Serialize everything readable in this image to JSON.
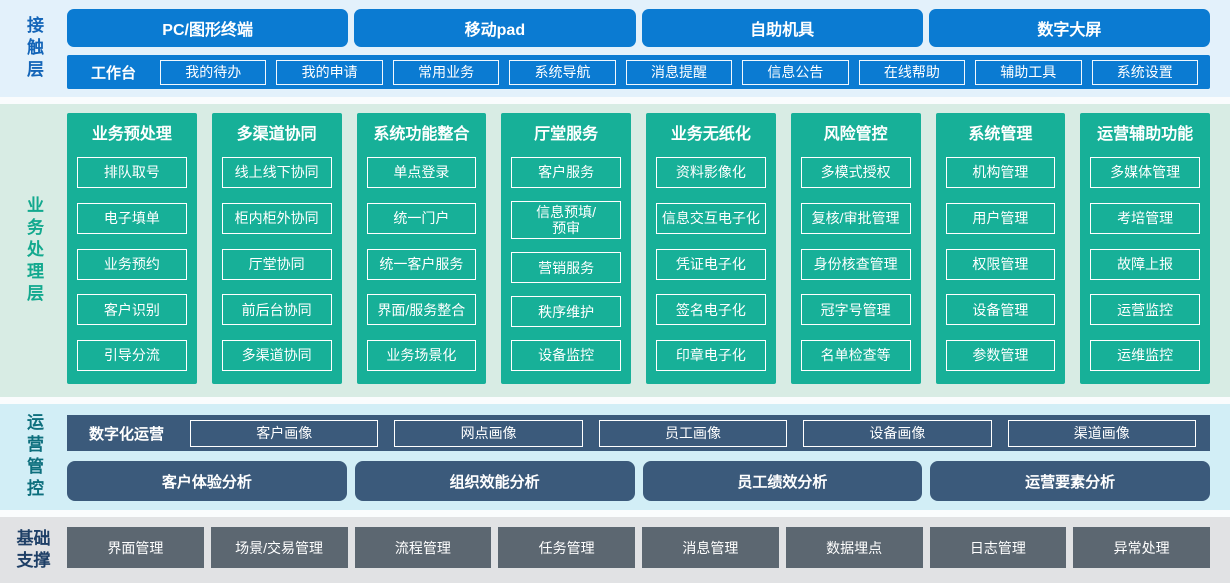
{
  "palette": {
    "channel_blue": "#0b7bd2",
    "contact_band_bg": "#e3f1fb",
    "module_green": "#17b098",
    "business_band_bg": "#d8ece4",
    "ops_navy": "#3b5a7b",
    "ops_band_bg": "#d2eef6",
    "foundation_slate": "#5c6771",
    "foundation_band_bg": "#e1e2e4"
  },
  "contact": {
    "label": "接触层",
    "channels": [
      "PC/图形终端",
      "移动pad",
      "自助机具",
      "数字大屏"
    ],
    "workbench": {
      "label": "工作台",
      "items": [
        "我的待办",
        "我的申请",
        "常用业务",
        "系统导航",
        "消息提醒",
        "信息公告",
        "在线帮助",
        "辅助工具",
        "系统设置"
      ]
    }
  },
  "business": {
    "label": "业务处理层",
    "columns": [
      {
        "title": "业务预处理",
        "items": [
          "排队取号",
          "电子填单",
          "业务预约",
          "客户识别",
          "引导分流"
        ]
      },
      {
        "title": "多渠道协同",
        "items": [
          "线上线下协同",
          "柜内柜外协同",
          "厅堂协同",
          "前后台协同",
          "多渠道协同"
        ]
      },
      {
        "title": "系统功能整合",
        "items": [
          "单点登录",
          "统一门户",
          "统一客户服务",
          "界面/服务整合",
          "业务场景化"
        ]
      },
      {
        "title": "厅堂服务",
        "items": [
          "客户服务",
          "信息预填/\n预审",
          "营销服务",
          "秩序维护",
          "设备监控"
        ]
      },
      {
        "title": "业务无纸化",
        "items": [
          "资料影像化",
          "信息交互电子化",
          "凭证电子化",
          "签名电子化",
          "印章电子化"
        ]
      },
      {
        "title": "风险管控",
        "items": [
          "多模式授权",
          "复核/审批管理",
          "身份核查管理",
          "冠字号管理",
          "名单检查等"
        ]
      },
      {
        "title": "系统管理",
        "items": [
          "机构管理",
          "用户管理",
          "权限管理",
          "设备管理",
          "参数管理"
        ]
      },
      {
        "title": "运营辅助功能",
        "items": [
          "多媒体管理",
          "考培管理",
          "故障上报",
          "运营监控",
          "运维监控"
        ]
      }
    ]
  },
  "operations": {
    "label": "运营管控",
    "digital_ops": {
      "label": "数字化运营",
      "items": [
        "客户画像",
        "网点画像",
        "员工画像",
        "设备画像",
        "渠道画像"
      ]
    },
    "analysis": [
      "客户体验分析",
      "组织效能分析",
      "员工绩效分析",
      "运营要素分析"
    ]
  },
  "foundation": {
    "label": "基础支撑",
    "items": [
      "界面管理",
      "场景/交易管理",
      "流程管理",
      "任务管理",
      "消息管理",
      "数据埋点",
      "日志管理",
      "异常处理"
    ]
  }
}
